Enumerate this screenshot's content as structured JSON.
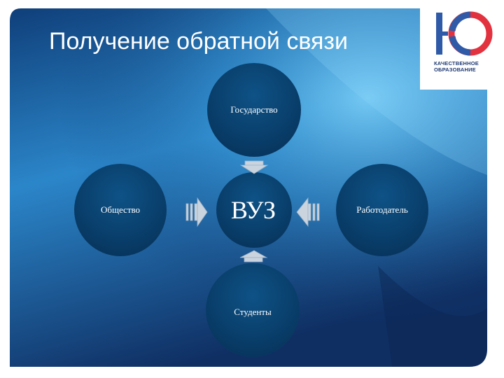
{
  "title": "Получение обратной связи",
  "logo": {
    "line1": "КАЧЕСТВЕННОЕ",
    "line2": "ОБРАЗОВАНИЕ",
    "colors": {
      "blue": "#2f5aa8",
      "red": "#e2323f"
    }
  },
  "diagram": {
    "center": "ВУЗ",
    "top": "Государство",
    "left": "Общество",
    "right": "Работодатель",
    "bottom": "Студенты"
  },
  "colors": {
    "background_light": "#4fb3e8",
    "background_dark": "#0f2f63",
    "circle": "#0b4574",
    "arrow": "#c8d3de"
  }
}
